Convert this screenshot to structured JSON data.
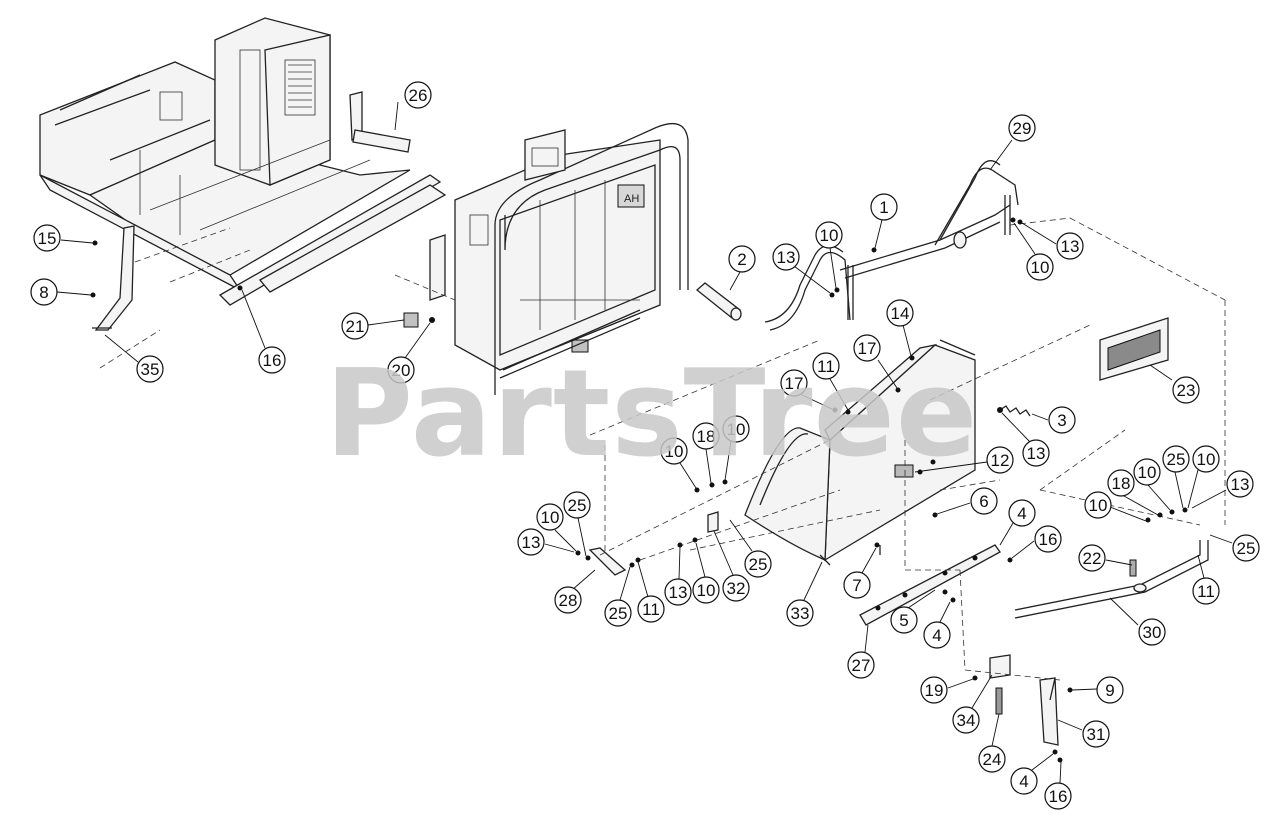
{
  "watermark": "PartsTree",
  "callouts": [
    {
      "id": "c26",
      "label": "26"
    },
    {
      "id": "c29",
      "label": "29"
    },
    {
      "id": "c1",
      "label": "1"
    },
    {
      "id": "c15",
      "label": "15"
    },
    {
      "id": "c8",
      "label": "8"
    },
    {
      "id": "c35",
      "label": "35"
    },
    {
      "id": "c16a",
      "label": "16"
    },
    {
      "id": "c21",
      "label": "21"
    },
    {
      "id": "c20",
      "label": "20"
    },
    {
      "id": "c2",
      "label": "2"
    },
    {
      "id": "c13a",
      "label": "13"
    },
    {
      "id": "c10a",
      "label": "10"
    },
    {
      "id": "c13b",
      "label": "13"
    },
    {
      "id": "c10b",
      "label": "10"
    },
    {
      "id": "c14",
      "label": "14"
    },
    {
      "id": "c17a",
      "label": "17"
    },
    {
      "id": "c11a",
      "label": "11"
    },
    {
      "id": "c17b",
      "label": "17"
    },
    {
      "id": "c23",
      "label": "23"
    },
    {
      "id": "c3",
      "label": "3"
    },
    {
      "id": "c13c",
      "label": "13"
    },
    {
      "id": "c12",
      "label": "12"
    },
    {
      "id": "c10c",
      "label": "10"
    },
    {
      "id": "c18a",
      "label": "18"
    },
    {
      "id": "c10d",
      "label": "10"
    },
    {
      "id": "c10e",
      "label": "10"
    },
    {
      "id": "c25a",
      "label": "25"
    },
    {
      "id": "c13d",
      "label": "13"
    },
    {
      "id": "c28",
      "label": "28"
    },
    {
      "id": "c25b",
      "label": "25"
    },
    {
      "id": "c11b",
      "label": "11"
    },
    {
      "id": "c13e",
      "label": "13"
    },
    {
      "id": "c10f",
      "label": "10"
    },
    {
      "id": "c32",
      "label": "32"
    },
    {
      "id": "c25c",
      "label": "25"
    },
    {
      "id": "c33",
      "label": "33"
    },
    {
      "id": "c7",
      "label": "7"
    },
    {
      "id": "c6",
      "label": "6"
    },
    {
      "id": "c4a",
      "label": "4"
    },
    {
      "id": "c16b",
      "label": "16"
    },
    {
      "id": "c5",
      "label": "5"
    },
    {
      "id": "c4b",
      "label": "4"
    },
    {
      "id": "c27",
      "label": "27"
    },
    {
      "id": "c10g",
      "label": "10"
    },
    {
      "id": "c18b",
      "label": "18"
    },
    {
      "id": "c10h",
      "label": "10"
    },
    {
      "id": "c25d",
      "label": "25"
    },
    {
      "id": "c10i",
      "label": "10"
    },
    {
      "id": "c13f",
      "label": "13"
    },
    {
      "id": "c25e",
      "label": "25"
    },
    {
      "id": "c11c",
      "label": "11"
    },
    {
      "id": "c22",
      "label": "22"
    },
    {
      "id": "c30",
      "label": "30"
    },
    {
      "id": "c19",
      "label": "19"
    },
    {
      "id": "c9",
      "label": "9"
    },
    {
      "id": "c34",
      "label": "34"
    },
    {
      "id": "c31",
      "label": "31"
    },
    {
      "id": "c24",
      "label": "24"
    },
    {
      "id": "c4c",
      "label": "4"
    },
    {
      "id": "c16c",
      "label": "16"
    }
  ]
}
